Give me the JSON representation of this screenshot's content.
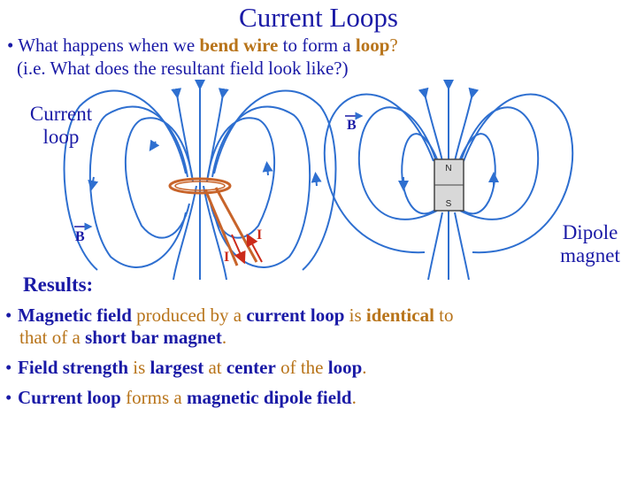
{
  "title": "Current Loops",
  "question": {
    "bullet": "•",
    "p1": "What  happens when we ",
    "p2": "bend wire",
    "p3": " to form a ",
    "p4": "loop",
    "p5": "?",
    "line2": "(i.e. What does the resultant field look like?)"
  },
  "diagram": {
    "current_label_line1": "Current",
    "current_label_line2": "loop",
    "dipole_label_line1": "Dipole",
    "dipole_label_line2": "magnet",
    "b_symbol": "B",
    "i_symbol": "I",
    "north": "N",
    "south": "S",
    "colors": {
      "field_lines": "#2e6fd0",
      "wire": "#c8642a",
      "current_arrow": "#cc2b1a",
      "magnet_fill": "#d8d8d8"
    }
  },
  "results": {
    "heading": "Results:",
    "items": [
      {
        "bullet": "•",
        "a": "Magnetic field",
        "b": " produced by a ",
        "c": "current loop",
        "d": " is ",
        "e": "identical",
        "f": " to",
        "g": "that of a ",
        "h": "short bar magnet",
        "i": "."
      },
      {
        "bullet": "•",
        "a": "Field strength",
        "b": " is ",
        "c": "largest",
        "d": " at ",
        "e": "center",
        "f": " of the ",
        "g": "loop",
        "h": "."
      },
      {
        "bullet": "•",
        "a": "Current loop",
        "b": " forms a ",
        "c": "magnetic dipole field",
        "d": "."
      }
    ]
  }
}
